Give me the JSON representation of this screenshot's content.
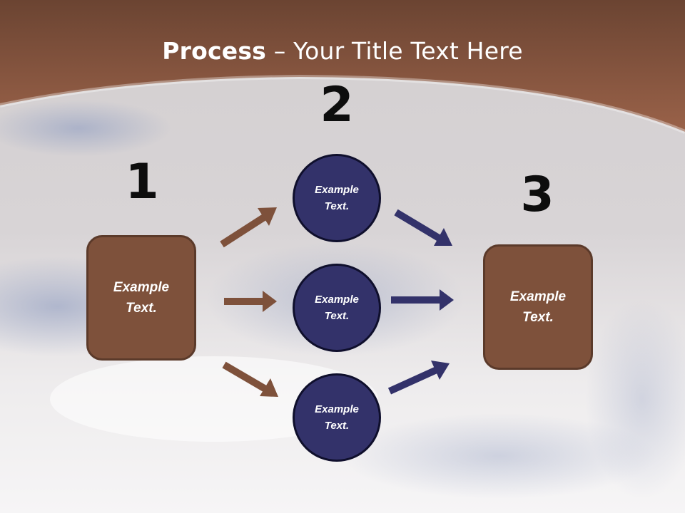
{
  "slide": {
    "title_bold": "Process",
    "title_rest": " – Your Title Text Here"
  },
  "steps": {
    "step1": {
      "number": "1",
      "label": "Example\nText."
    },
    "step2": {
      "number": "2",
      "items": [
        {
          "label": "Example\nText."
        },
        {
          "label": "Example\nText."
        },
        {
          "label": "Example\nText."
        }
      ]
    },
    "step3": {
      "number": "3",
      "label": "Example\nText."
    }
  },
  "colors": {
    "header_brown": "#8a5640",
    "box_brown": "#7e513b",
    "circle_navy": "#33326a",
    "arrow_brown": "#7e513b",
    "arrow_navy": "#33326a"
  }
}
